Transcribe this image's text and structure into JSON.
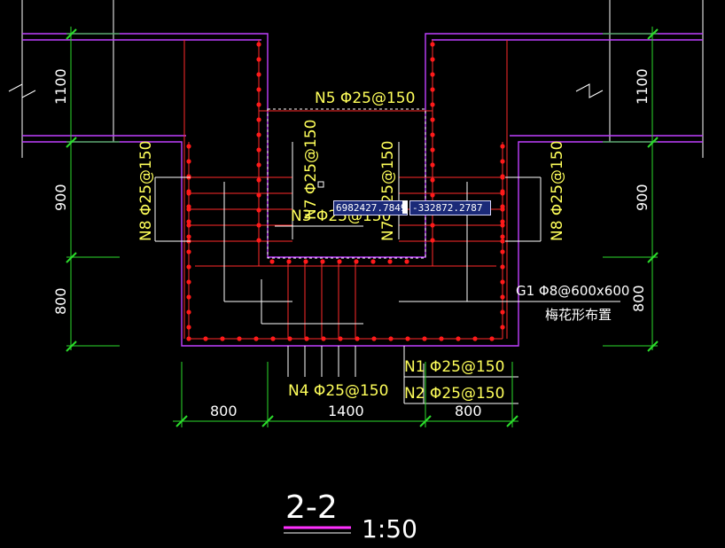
{
  "drawing": {
    "section_title": "2-2",
    "scale": "1:50",
    "colors": {
      "background": "#000000",
      "wall": "#c040ff",
      "rebar": "#ff2a2a",
      "rebar_dot": "#ff1a1a",
      "dimension": "#2bdc2b",
      "label": "#ffff5a",
      "leader": "#ffffff",
      "selection": "#ffffff",
      "title_underline": "#ff30ff"
    }
  },
  "labels": {
    "n5": "N5 Φ25@150",
    "n7_left": "N7 Φ25@150",
    "n7_right": "N7 Φ25@150",
    "n8_left": "N8 Φ25@150",
    "n8_right": "N8 Φ25@150",
    "n3": "N3 Φ25@150",
    "n4": "N4 Φ25@150",
    "n1": "N1 Φ25@150",
    "n2": "N2 Φ25@150",
    "g1": "G1 Φ8@600x600",
    "g1_note": "梅花形布置"
  },
  "dimensions": {
    "left_1100": "1100",
    "left_900": "900",
    "left_800": "800",
    "right_1100": "1100",
    "right_900": "900",
    "right_800": "800",
    "bottom_800_left": "800",
    "bottom_1400": "1400",
    "bottom_800_right": "800"
  },
  "cursor": {
    "x_readout": "6982427.7849",
    "y_readout": "-332872.2787"
  }
}
